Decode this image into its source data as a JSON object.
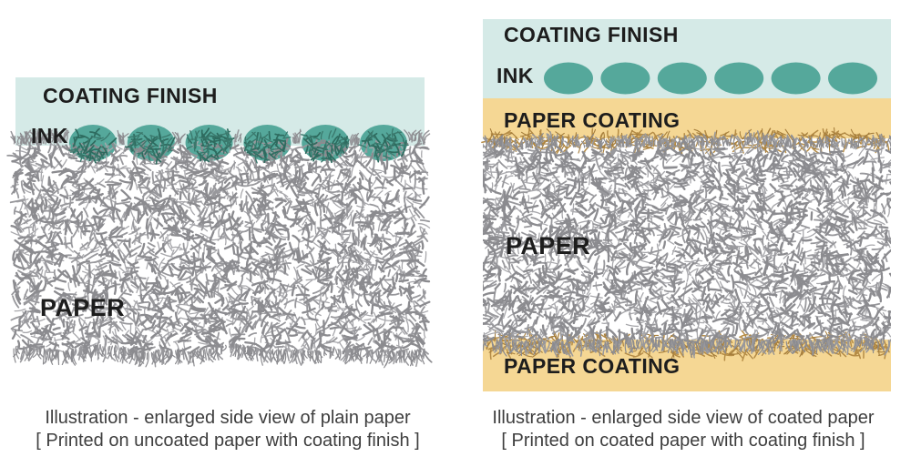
{
  "title": "Enlarged side view of uncoated vs coated paper with coating finish",
  "colors": {
    "coating_finish": "#d5eae7",
    "ink": "#55a89b",
    "paper_coating": "#f5d794",
    "fiber_light": "#a8a8ac",
    "fiber_mid": "#98989c",
    "fiber_dark": "#8b8b8f",
    "ink_fiber": "#2e6b5f",
    "ink_fiber_light": "#3a786c",
    "coating_fiber": "#b58c46",
    "coating_fiber_dark": "#a67e3c",
    "label_text": "#1d1d1d",
    "caption_text": "#3e3e3e"
  },
  "left_panel": {
    "ink_dot_count": 6,
    "labels": {
      "coating_finish": "COATING FINISH",
      "ink": "INK",
      "paper": "PAPER"
    },
    "caption_line1": "Illustration - enlarged side view of plain paper",
    "caption_line2": "[ Printed on uncoated paper with coating finish ]"
  },
  "right_panel": {
    "ink_dot_count": 6,
    "labels": {
      "coating_finish": "COATING FINISH",
      "ink": "INK",
      "paper_coating_top": "PAPER COATING",
      "paper": "PAPER",
      "paper_coating_bottom": "PAPER COATING"
    },
    "caption_line1": "Illustration - enlarged side view of coated paper",
    "caption_line2": "[ Printed on coated paper with coating finish ]"
  }
}
